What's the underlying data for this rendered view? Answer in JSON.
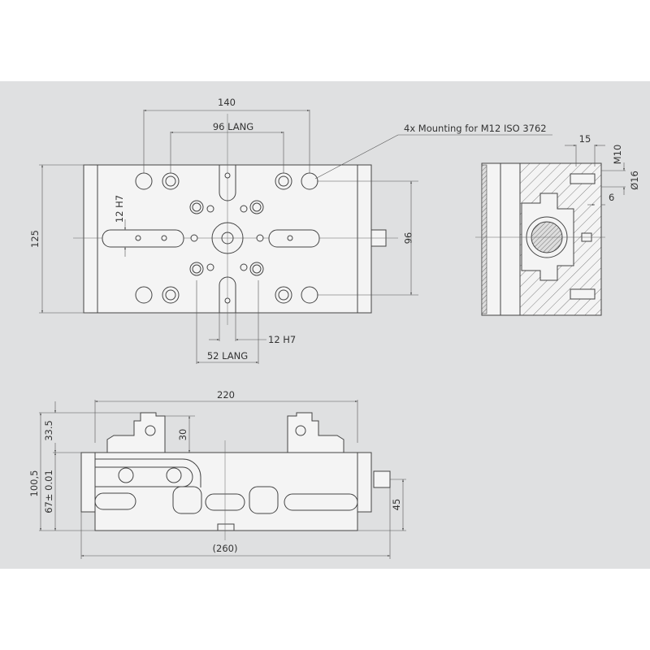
{
  "colors": {
    "panel": "#dfe0e1",
    "part": "#f4f4f4",
    "line": "#444444"
  },
  "top_view": {
    "dim_140": "140",
    "dim_96_lang": "96  LANG",
    "dim_125": "125",
    "dim_96": "96",
    "dim_12h7_left": "12 H7",
    "dim_12h7_bottom": "12 H7",
    "dim_52_lang": "52 LANG",
    "callout_mounting": "4x Mounting for M12 ISO 3762"
  },
  "section_view": {
    "dim_15": "15",
    "dim_m10": "M10",
    "dim_d16": "Ø16",
    "dim_6": "6"
  },
  "front_view": {
    "dim_220": "220",
    "dim_33_5": "33.5",
    "dim_30": "30",
    "dim_100_5": "100,5",
    "dim_67": "67± 0.01",
    "dim_45": "45",
    "dim_260": "(260)"
  }
}
